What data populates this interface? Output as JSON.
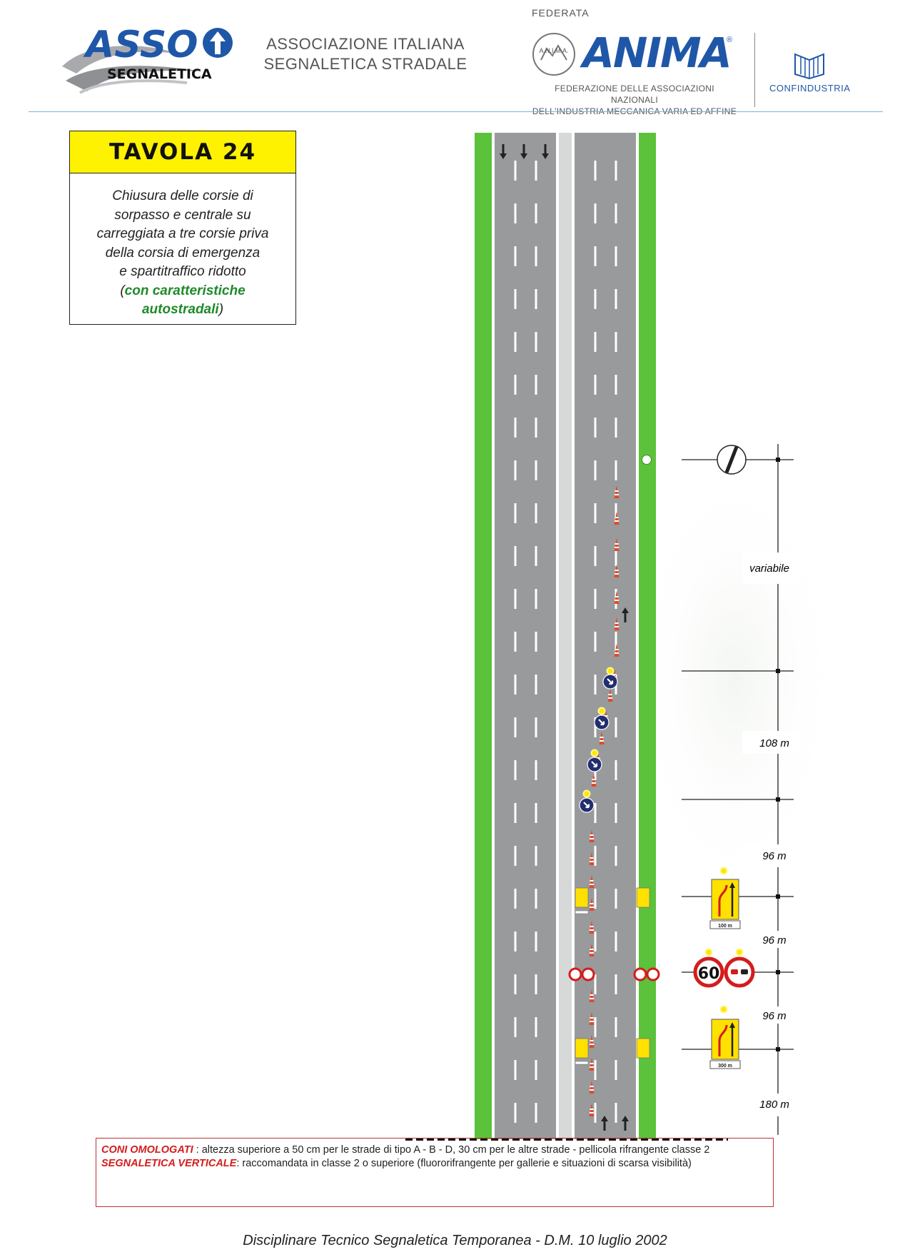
{
  "header": {
    "asso_logo_top": "ASSO",
    "asso_logo_bottom": "SEGNALETICA",
    "association_line1": "ASSOCIAZIONE ITALIANA",
    "association_line2": "SEGNALETICA STRADALE",
    "federata": "FEDERATA",
    "anima_seal_text": "A.N.I.M.A.",
    "anima_word": "ANIMA",
    "anima_registered": "®",
    "anima_sub_line1": "FEDERAZIONE DELLE ASSOCIAZIONI NAZIONALI",
    "anima_sub_line2": "DELL'INDUSTRIA MECCANICA VARIA ED AFFINE",
    "confindustria": "CONFINDUSTRIA"
  },
  "title_box": {
    "title": "TAVOLA  24",
    "desc_lines": [
      "Chiusura delle corsie di",
      "sorpasso e centrale su",
      "carreggiata a tre corsie priva",
      "della corsia di emergenza",
      "e spartitraffico ridotto"
    ],
    "desc_open": "(",
    "desc_green_line1": "con caratteristiche",
    "desc_green_line2": "autostradali",
    "desc_close": ")"
  },
  "distances": {
    "d_variabile": "variabile",
    "d_108": "108 m",
    "d_96_a": "96 m",
    "d_96_b": "96 m",
    "d_96_c": "96 m",
    "d_180": "180 m"
  },
  "signs": {
    "speed_limit": "60",
    "lane_sign_upper_plate": "100 m",
    "lane_sign_lower_plate": "300 m"
  },
  "colors": {
    "road": "#999a9c",
    "green_verge": "#5cc13b",
    "median": "#d6d9d8",
    "sign_yellow": "#ffe100",
    "sign_red": "#d41c1c",
    "sign_blue": "#232e6e"
  },
  "notes": {
    "line1_key": "CONI OMOLOGATI",
    "line1_text": " : altezza superiore a 50 cm per le strade di tipo A - B - D, 30 cm per le altre strade - pellicola rifrangente classe 2",
    "line2_key": "SEGNALETICA VERTICALE",
    "line2_text": ": raccomandata in classe 2 o superiore (fluororifrangente per gallerie e situazioni di scarsa visibilità)"
  },
  "footer": "Disciplinare Tecnico Segnaletica Temporanea - D.M.  10 luglio 2002"
}
